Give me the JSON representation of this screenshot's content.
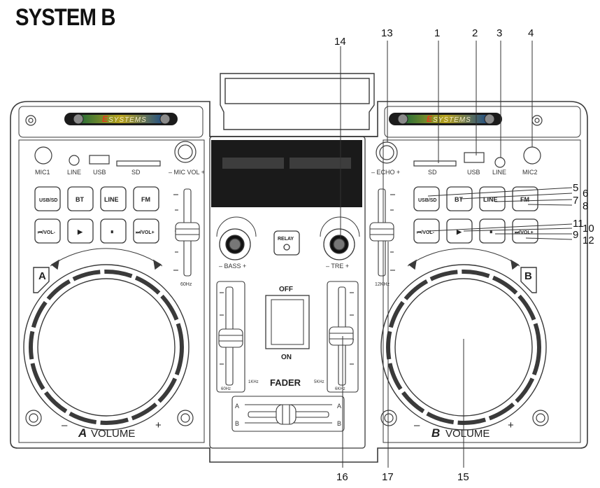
{
  "title": "SYSTEM B",
  "brand": "SYSTEMS",
  "brand_initial": "E",
  "left_panel": {
    "jacks": [
      "MIC1",
      "LINE",
      "USB",
      "SD"
    ],
    "mic_vol": "– MIC VOL +",
    "buttons_row1": [
      "USB/SD",
      "BT",
      "LINE",
      "FM"
    ],
    "buttons_row2": [
      "⏮/VOL-",
      "▶",
      "⏸",
      "⏭/VOL+"
    ],
    "deck_letter": "A",
    "volume_label": "VOLUME",
    "minus": "–",
    "plus": "+",
    "slider_label": "60Hz"
  },
  "right_panel": {
    "jacks": [
      "SD",
      "USB",
      "LINE",
      "MIC2"
    ],
    "echo": "– ECHO +",
    "buttons_row1": [
      "USB/SD",
      "BT",
      "LINE",
      "FM"
    ],
    "buttons_row2": [
      "⏮/VOL-",
      "▶",
      "⏸",
      "⏭/VOL+"
    ],
    "deck_letter": "B",
    "volume_label": "VOLUME",
    "minus": "–",
    "plus": "+",
    "slider_label": "12KHz"
  },
  "center": {
    "bass": "– BASS +",
    "treble": "– TRE +",
    "relay": "RELAY",
    "off": "OFF",
    "on": "ON",
    "fader": "FADER",
    "fader_left_bottom": "60Hz",
    "fader_left_bottom2": "1KHz",
    "fader_right_bottom": "5KHz",
    "fader_right_bottom2": "6KHz",
    "crossfader_a": "A",
    "crossfader_b": "B"
  },
  "callouts": [
    "1",
    "2",
    "3",
    "4",
    "5",
    "6",
    "7",
    "8",
    "9",
    "10",
    "11",
    "12",
    "13",
    "14",
    "15",
    "16",
    "17"
  ],
  "colors": {
    "line": "#3a3a3a",
    "display": "#1a1a1a",
    "display_seg": "#3d3d3d"
  }
}
